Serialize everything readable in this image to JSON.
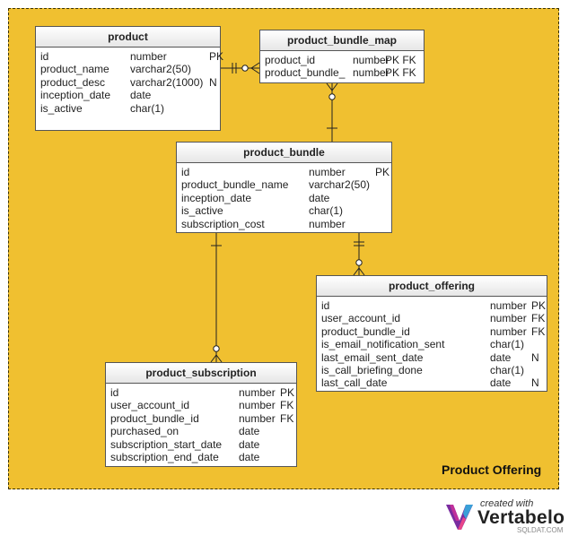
{
  "area": {
    "title": "Product Offering"
  },
  "tables": {
    "product": {
      "name": "product",
      "rows": [
        [
          "id",
          "number",
          "PK"
        ],
        [
          "product_name",
          "varchar2(50)",
          ""
        ],
        [
          "product_desc",
          "varchar2(1000)",
          "N"
        ],
        [
          "inception_date",
          "date",
          ""
        ],
        [
          "is_active",
          "char(1)",
          ""
        ]
      ]
    },
    "product_bundle_map": {
      "name": "product_bundle_map",
      "rows": [
        [
          "product_id",
          "number",
          "PK FK"
        ],
        [
          "product_bundle_",
          "number",
          "PK FK"
        ]
      ]
    },
    "product_bundle": {
      "name": "product_bundle",
      "rows": [
        [
          "id",
          "number",
          "PK"
        ],
        [
          "product_bundle_name",
          "varchar2(50)",
          ""
        ],
        [
          "inception_date",
          "date",
          ""
        ],
        [
          "is_active",
          "char(1)",
          ""
        ],
        [
          "subscription_cost",
          "number",
          ""
        ]
      ]
    },
    "product_offering": {
      "name": "product_offering",
      "rows": [
        [
          "id",
          "number",
          "PK"
        ],
        [
          "user_account_id",
          "number",
          "FK"
        ],
        [
          "product_bundle_id",
          "number",
          "FK"
        ],
        [
          "is_email_notification_sent",
          "char(1)",
          ""
        ],
        [
          "last_email_sent_date",
          "date",
          "N"
        ],
        [
          "is_call_briefing_done",
          "char(1)",
          ""
        ],
        [
          "last_call_date",
          "date",
          "N"
        ]
      ]
    },
    "product_subscription": {
      "name": "product_subscription",
      "rows": [
        [
          "id",
          "number",
          "PK"
        ],
        [
          "user_account_id",
          "number",
          "FK"
        ],
        [
          "product_bundle_id",
          "number",
          "FK"
        ],
        [
          "purchased_on",
          "date",
          ""
        ],
        [
          "subscription_start_date",
          "date",
          ""
        ],
        [
          "subscription_end_date",
          "date",
          ""
        ]
      ]
    }
  },
  "branding": {
    "created_with": "created with",
    "name": "Vertabelo",
    "watermark": "SQLDAT.COM"
  }
}
